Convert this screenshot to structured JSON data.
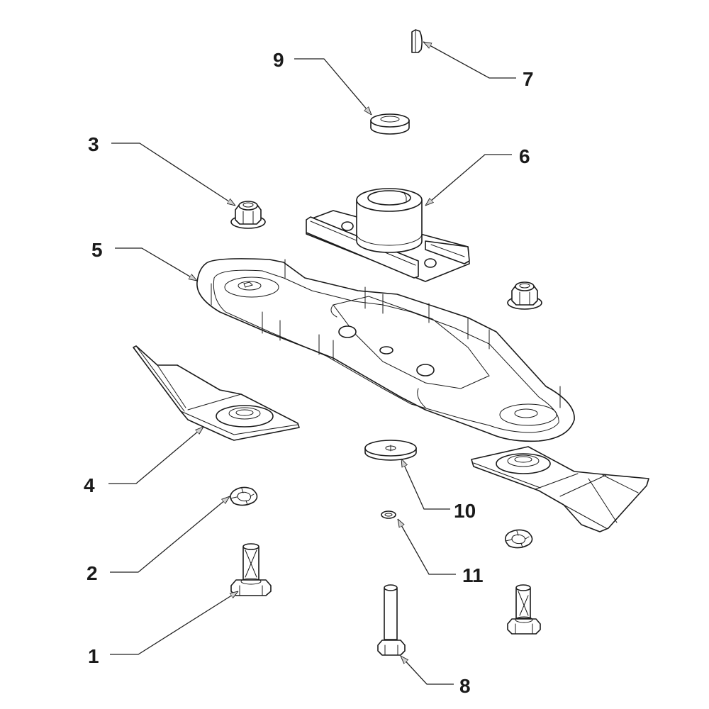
{
  "diagram": {
    "type": "exploded-parts-view",
    "subject": "mower blade carrier assembly",
    "callouts": [
      {
        "id": "callout-1",
        "label": "1",
        "part": "hex-bolt-blade"
      },
      {
        "id": "callout-2",
        "label": "2",
        "part": "blade-lock-washer"
      },
      {
        "id": "callout-3",
        "label": "3",
        "part": "flange-lock-nut"
      },
      {
        "id": "callout-4",
        "label": "4",
        "part": "mower-blade"
      },
      {
        "id": "callout-5",
        "label": "5",
        "part": "blade-carrier"
      },
      {
        "id": "callout-6",
        "label": "6",
        "part": "blade-adapter-hub"
      },
      {
        "id": "callout-7",
        "label": "7",
        "part": "woodruff-key"
      },
      {
        "id": "callout-8",
        "label": "8",
        "part": "center-bolt"
      },
      {
        "id": "callout-9",
        "label": "9",
        "part": "spacer-bushing"
      },
      {
        "id": "callout-10",
        "label": "10",
        "part": "flat-washer"
      },
      {
        "id": "callout-11",
        "label": "11",
        "part": "lock-washer-small"
      }
    ]
  }
}
